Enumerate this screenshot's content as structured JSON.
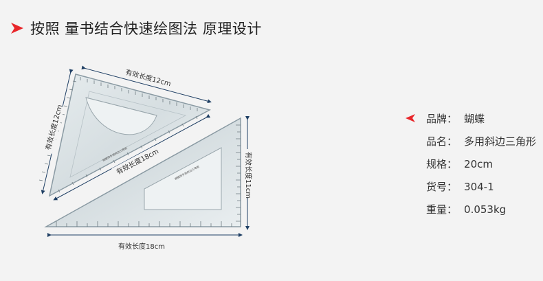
{
  "headline": "按照 量书结合快速绘图法 原理设计",
  "labels": {
    "top_length": "有效长度12cm",
    "left_length": "有效长度12cm",
    "hyp_length": "有效长度18cm",
    "right_length": "有效长度11cm",
    "bottom_length": "有效长度18cm"
  },
  "specs": [
    {
      "label": "品牌",
      "value": "蝴蝶"
    },
    {
      "label": "品名",
      "value": "多用斜边三角形"
    },
    {
      "label": "规格",
      "value": "20cm"
    },
    {
      "label": "货号",
      "value": "304-1"
    },
    {
      "label": "重量",
      "value": "0.053kg"
    }
  ],
  "colors": {
    "accent": "#e8262a",
    "ruler_edge": "#8a9aa3",
    "dimension": "#1f3f64"
  }
}
